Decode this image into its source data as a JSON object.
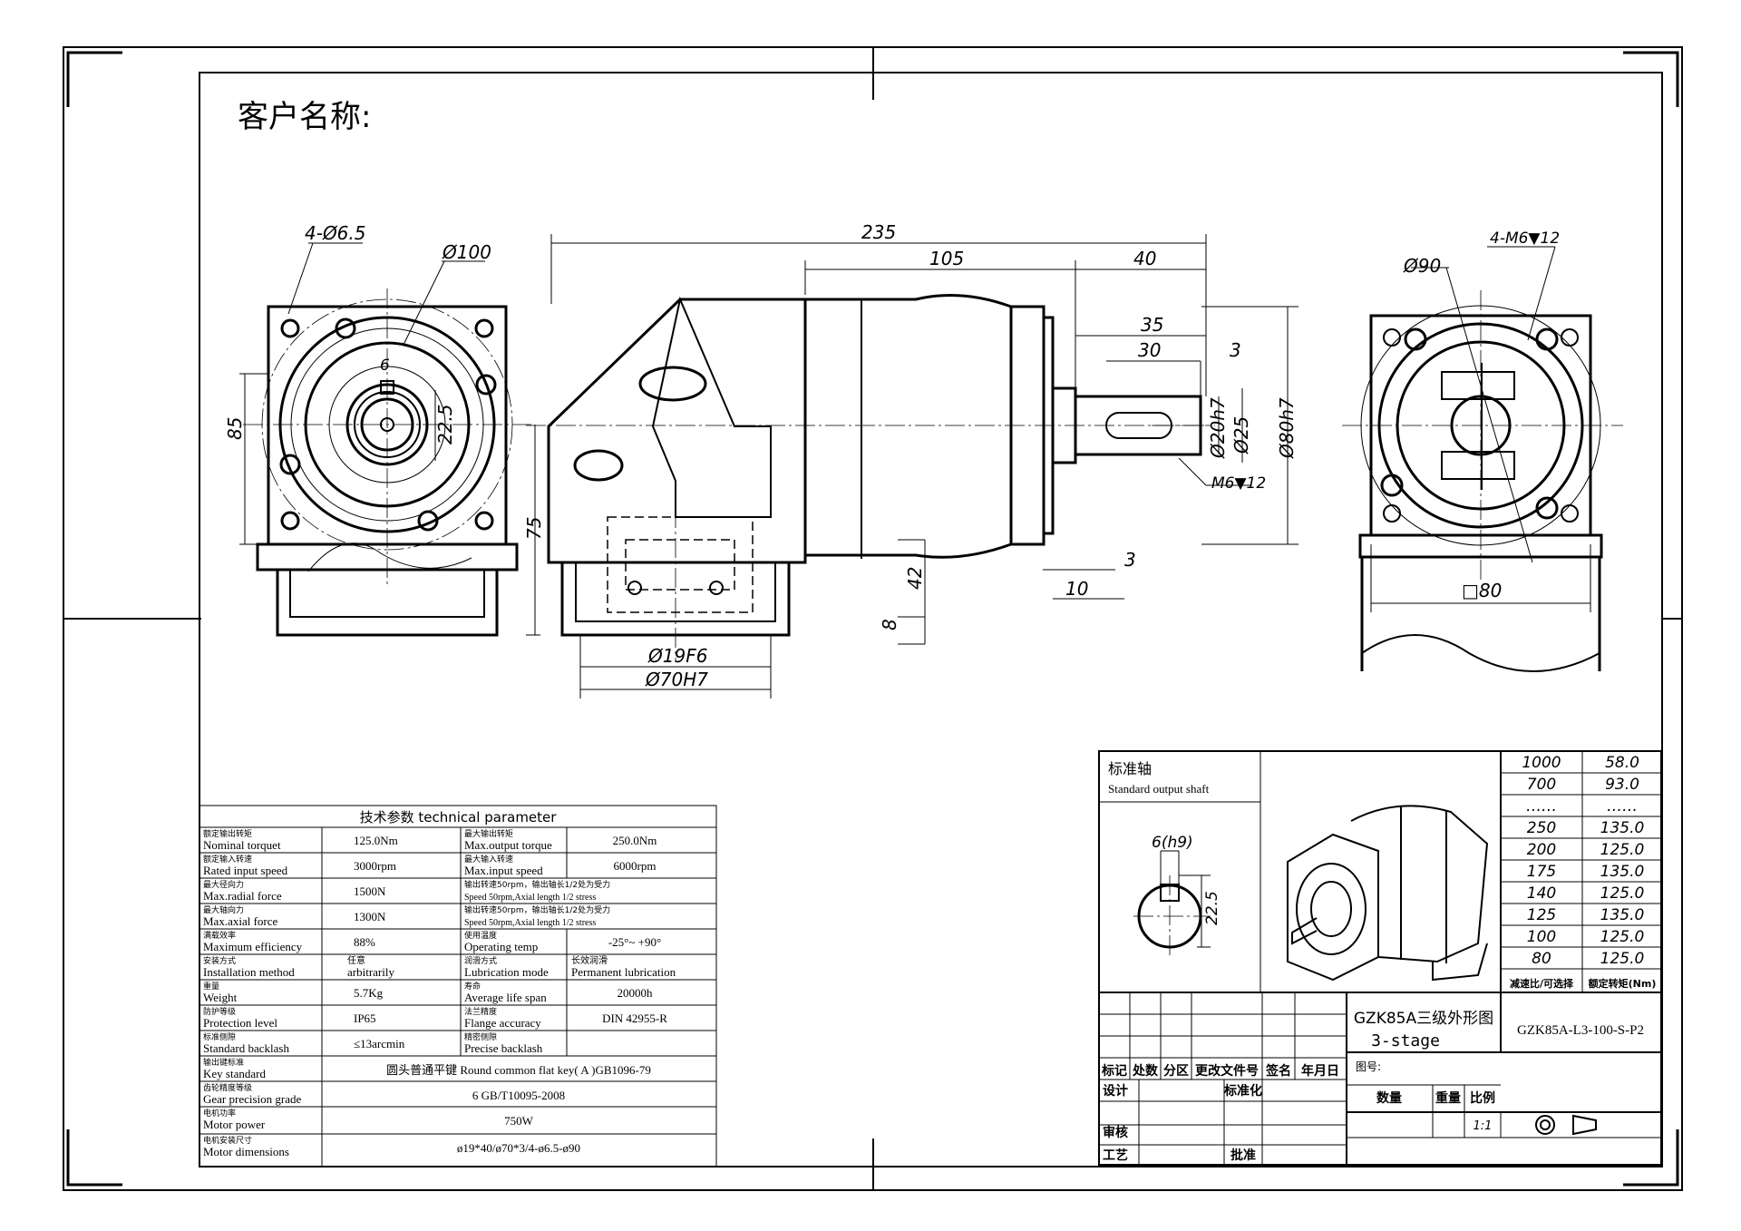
{
  "customer_label": "客户名称:",
  "dimensions": {
    "holes_front": "4-Ø6.5",
    "pcd_front": "Ø100",
    "key_width_top": "6",
    "shaft_22_5": "22.5",
    "height_85": "85",
    "height_75": "75",
    "len_235": "235",
    "len_105": "105",
    "len_40": "40",
    "len_35": "35",
    "len_30": "30",
    "len_3a": "3",
    "dia_20h7": "Ø20h7",
    "dia_25": "Ø25",
    "dia_80h7": "Ø80h7",
    "thread_m6": "M6▼12",
    "len_42": "42",
    "len_8": "8",
    "len_3b": "3",
    "len_10": "10",
    "dia_19f6": "Ø19F6",
    "dia_70h7": "Ø70H7",
    "holes_rear": "4-M6▼12",
    "dia_90": "Ø90",
    "square_80": "□80"
  },
  "tech_table": {
    "title": "技术参数   technical parameter",
    "rows": [
      {
        "l_cn": "额定输出转矩",
        "l_en": "Nominal torquet",
        "l_val": "125.0Nm",
        "r_cn": "最大输出转矩",
        "r_en": "Max.output torque",
        "r_val": "250.0Nm"
      },
      {
        "l_cn": "额定输入转速",
        "l_en": "Rated input speed",
        "l_val": "3000rpm",
        "r_cn": "最大输入转速",
        "r_en": "Max.input speed",
        "r_val": "6000rpm"
      },
      {
        "l_cn": "最大径向力",
        "l_en": "Max.radial force",
        "l_val": "1500N",
        "r_cn": "输出转速50rpm，输出轴长1/2处为受力",
        "r_en": "Speed 50rpm,Axial length 1/2 stress",
        "r_val": ""
      },
      {
        "l_cn": "最大轴向力",
        "l_en": "Max.axial force",
        "l_val": "1300N",
        "r_cn": "输出转速50rpm，输出轴长1/2处为受力",
        "r_en": "Speed 50rpm,Axial length 1/2 stress",
        "r_val": ""
      },
      {
        "l_cn": "满载效率",
        "l_en": "Maximum efficiency",
        "l_val": "88%",
        "r_cn": "使用温度",
        "r_en": "Operating temp",
        "r_val": "-25°~ +90°"
      },
      {
        "l_cn": "安装方式",
        "l_en": "Installation method",
        "l_val_cn": "任意",
        "l_val": "arbitrarily",
        "r_cn": "润滑方式",
        "r_en": "Lubrication mode",
        "r_val_cn": "长效润滑",
        "r_val": "Permanent lubrication"
      },
      {
        "l_cn": "重量",
        "l_en": "Weight",
        "l_val": "5.7Kg",
        "r_cn": "寿命",
        "r_en": "Average life span",
        "r_val": "20000h"
      },
      {
        "l_cn": "防护等级",
        "l_en": "Protection level",
        "l_val": "IP65",
        "r_cn": "法兰精度",
        "r_en": "Flange accuracy",
        "r_val": "DIN 42955-R"
      },
      {
        "l_cn": "标准侧隙",
        "l_en": "Standard backlash",
        "l_val": "≤13arcmin",
        "r_cn": "精密侧隙",
        "r_en": "Precise backlash",
        "r_val": ""
      }
    ],
    "wide_rows": [
      {
        "cn": "输出键标准",
        "en": "Key standard",
        "val": "圆头普通平键  Round common flat key( A )GB1096-79"
      },
      {
        "cn": "齿轮精度等级",
        "en": "Gear precision grade",
        "val": "6 GB/T10095-2008"
      },
      {
        "cn": "电机功率",
        "en": "Motor power",
        "val": "750W"
      },
      {
        "cn": "电机安装尺寸",
        "en": "Motor  dimensions",
        "val": "ø19*40/ø70*3/4-ø6.5-ø90"
      }
    ]
  },
  "shaft_box": {
    "title_cn": "标准轴",
    "title_en": "Standard output shaft",
    "key": "6(h9)",
    "dim": "22.5"
  },
  "ratio_table": {
    "rows": [
      [
        "1000",
        "58.0"
      ],
      [
        "700",
        "93.0"
      ],
      [
        "……",
        "……"
      ],
      [
        "250",
        "135.0"
      ],
      [
        "200",
        "125.0"
      ],
      [
        "175",
        "135.0"
      ],
      [
        "140",
        "125.0"
      ],
      [
        "125",
        "135.0"
      ],
      [
        "100",
        "125.0"
      ],
      [
        "80",
        "125.0"
      ]
    ],
    "h_ratio": "减速比/可选择",
    "h_torque": "额定转矩(Nm)"
  },
  "title_block": {
    "name_line1": "GZK85A三级外形图",
    "name_line2": "3-stage",
    "model": "GZK85A-L3-100-S-P2",
    "drawing_no": "图号:",
    "h_mark": "标记",
    "h_count": "处数",
    "h_zone": "分区",
    "h_file": "更改文件号",
    "h_sign": "签名",
    "h_date": "年月日",
    "design": "设计",
    "standard": "标准化",
    "qty": "数量",
    "weight": "重量",
    "scale": "比例",
    "scale_val": "1:1",
    "check": "审核",
    "process": "工艺",
    "approve": "批准"
  }
}
